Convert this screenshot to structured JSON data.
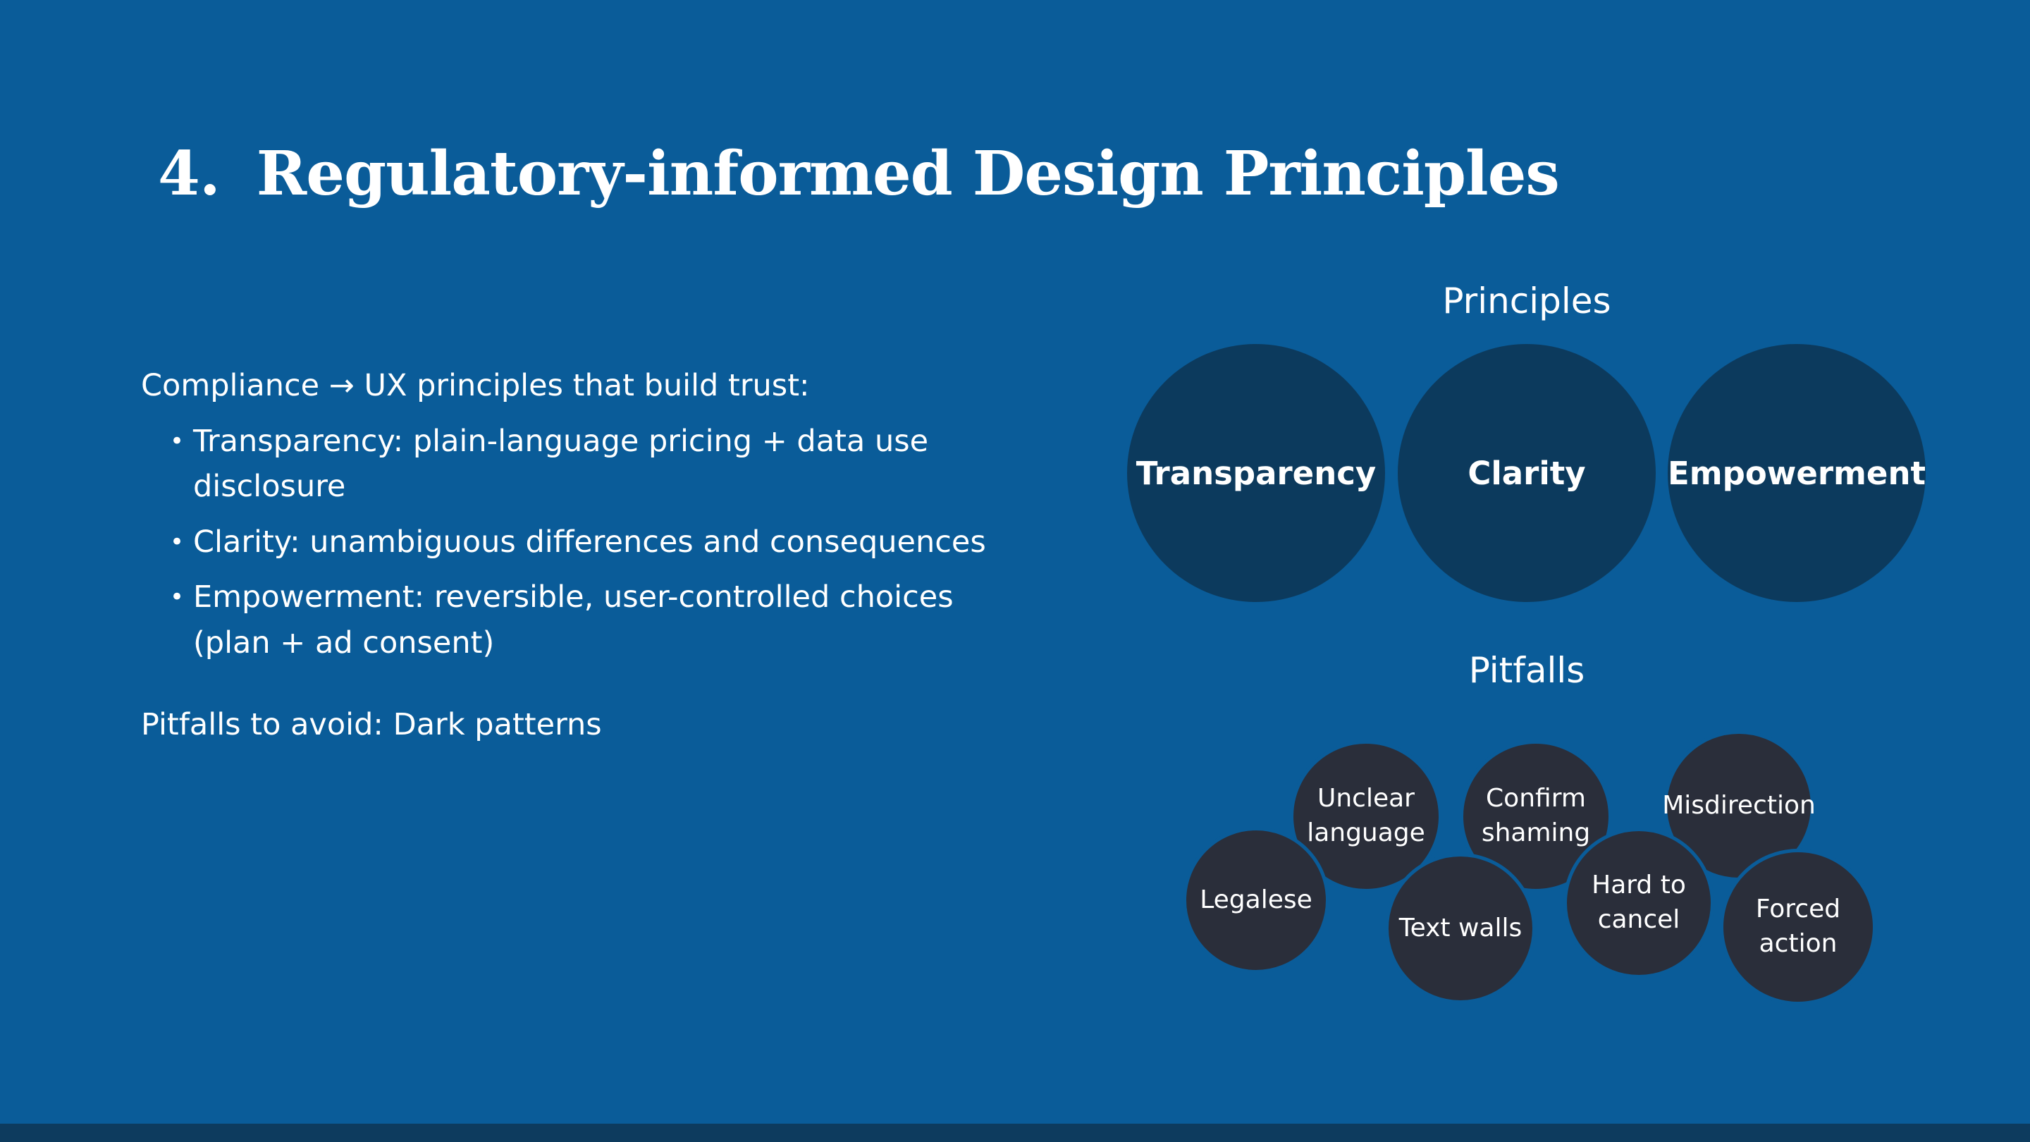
{
  "slide": {
    "number": "4.",
    "title": "Regulatory-informed Design Principles"
  },
  "body": {
    "intro": "Compliance → UX principles that build trust:",
    "bullets": [
      "Transparency: plain-language pricing + data use disclosure",
      "Clarity: unambiguous differences and consequences",
      "Empowerment: reversible, user-controlled choices (plan + ad consent)"
    ],
    "pitfalls_line": "Pitfalls to avoid: Dark patterns"
  },
  "diagram": {
    "principles": {
      "heading": "Principles",
      "items": [
        "Transparency",
        "Clarity",
        "Empowerment"
      ]
    },
    "pitfalls": {
      "heading": "Pitfalls",
      "items": [
        "Unclear language",
        "Confirm shaming",
        "Misdirection",
        "Legalese",
        "Text walls",
        "Hard to cancel",
        "Forced action"
      ]
    }
  },
  "colors": {
    "background": "#0a5c99",
    "principle_circle": "#0c3a5d",
    "pitfall_circle": "#2a2e3a",
    "bottom_bar": "#0d3b5e",
    "text": "#ffffff"
  }
}
